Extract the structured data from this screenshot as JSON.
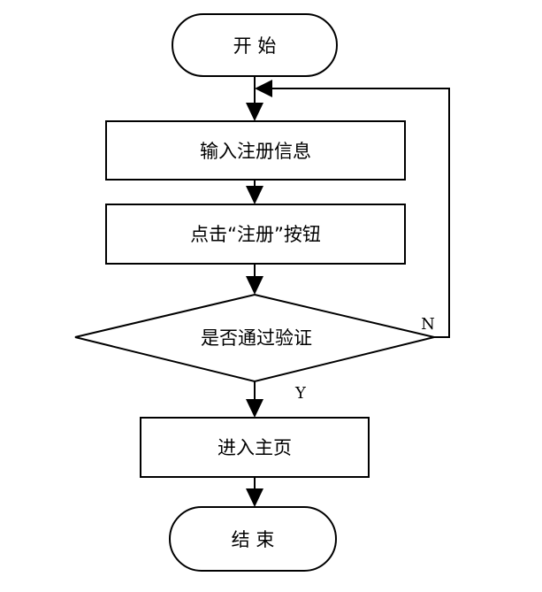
{
  "flowchart": {
    "start_label": "开 始",
    "step1_label": "输入注册信息",
    "step2_label": "点击“注册”按钮",
    "decision_label": "是否通过验证",
    "no_label": "N",
    "yes_label": "Y",
    "step3_label": "进入主页",
    "end_label": "结 束"
  },
  "colors": {
    "stroke": "#000000",
    "fill": "#ffffff"
  }
}
